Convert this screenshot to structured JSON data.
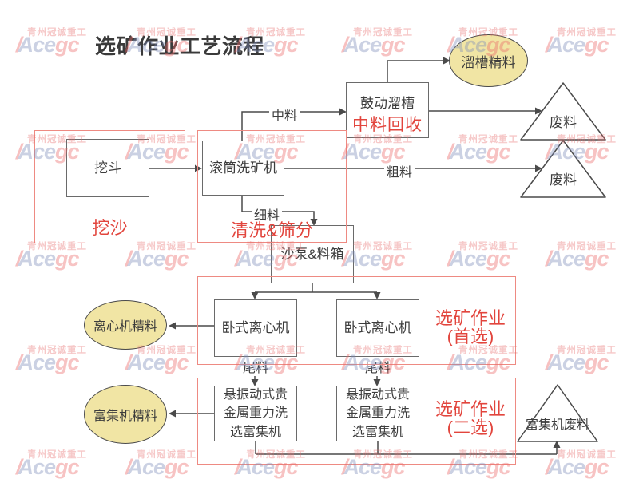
{
  "title": "选矿作业工艺流程",
  "watermark": {
    "company": "青州冠诚重工",
    "slash": "/",
    "ace": "Ace",
    "gc": "gc"
  },
  "boxes": {
    "digger": "挖斗",
    "drum_washer": "滚筒洗矿机",
    "sluice": "鼓动溜槽",
    "sluice_note": "中料回收",
    "sand_pump": "沙泵&料箱",
    "centrifuge_left": "卧式离心机",
    "centrifuge_right": "卧式离心机",
    "concentrator_left": "悬振动式贵金属重力洗选富集机",
    "concentrator_right": "悬振动式贵金属重力洗选富集机"
  },
  "ellipses": {
    "sluice_concentrate": "溜槽精料",
    "centrifuge_concentrate": "离心机精料",
    "concentrator_concentrate": "富集机精料"
  },
  "triangles": {
    "waste_top": "废料",
    "waste_bottom": "废料",
    "concentrator_waste": "富集机废料"
  },
  "flow_labels": {
    "middle": "中料",
    "coarse": "粗料",
    "fine": "细料",
    "tails_left": "尾料",
    "tails_right": "尾料"
  },
  "stage_labels": {
    "digging": "挖沙",
    "washing": "清洗&筛分",
    "primary_line1": "选矿作业",
    "primary_line2": "(首选)",
    "secondary_line1": "选矿作业",
    "secondary_line2": "(二选)"
  },
  "colors": {
    "line": "#4a4a4a",
    "box_border": "#6a6a6a",
    "box_text": "#3d3d3d",
    "ellipse_fill": "#f1e5a4",
    "red_accent": "#e2453d",
    "red_frame": "#ee8a82",
    "watermark_red": "#e76e6e",
    "watermark_blue": "#7c8cba"
  }
}
